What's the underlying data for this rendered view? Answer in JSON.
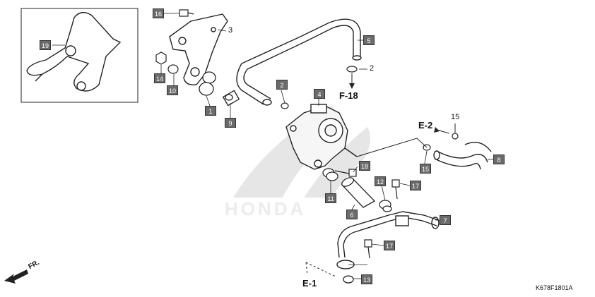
{
  "labels": {
    "l1": "1",
    "l2": "2",
    "l4": "4",
    "l5": "5",
    "l6": "6",
    "l7": "7",
    "l8": "8",
    "l9": "9",
    "l10": "10",
    "l11": "11",
    "l12": "12",
    "l13": "13",
    "l14": "14",
    "l15": "15",
    "l16": "16",
    "l17a": "17",
    "l17b": "17",
    "l18": "18",
    "l19": "19"
  },
  "plain_numbers": {
    "p2": "2",
    "p3": "3",
    "p15": "15"
  },
  "references": {
    "f18": "F-18",
    "e2": "E-2",
    "e1": "E-1"
  },
  "front_marker": "FR.",
  "diagram_code": "K678F1801A",
  "colors": {
    "label_bg": "#6b6b6b",
    "line": "#222222",
    "watermark": "#d0d0d0"
  }
}
